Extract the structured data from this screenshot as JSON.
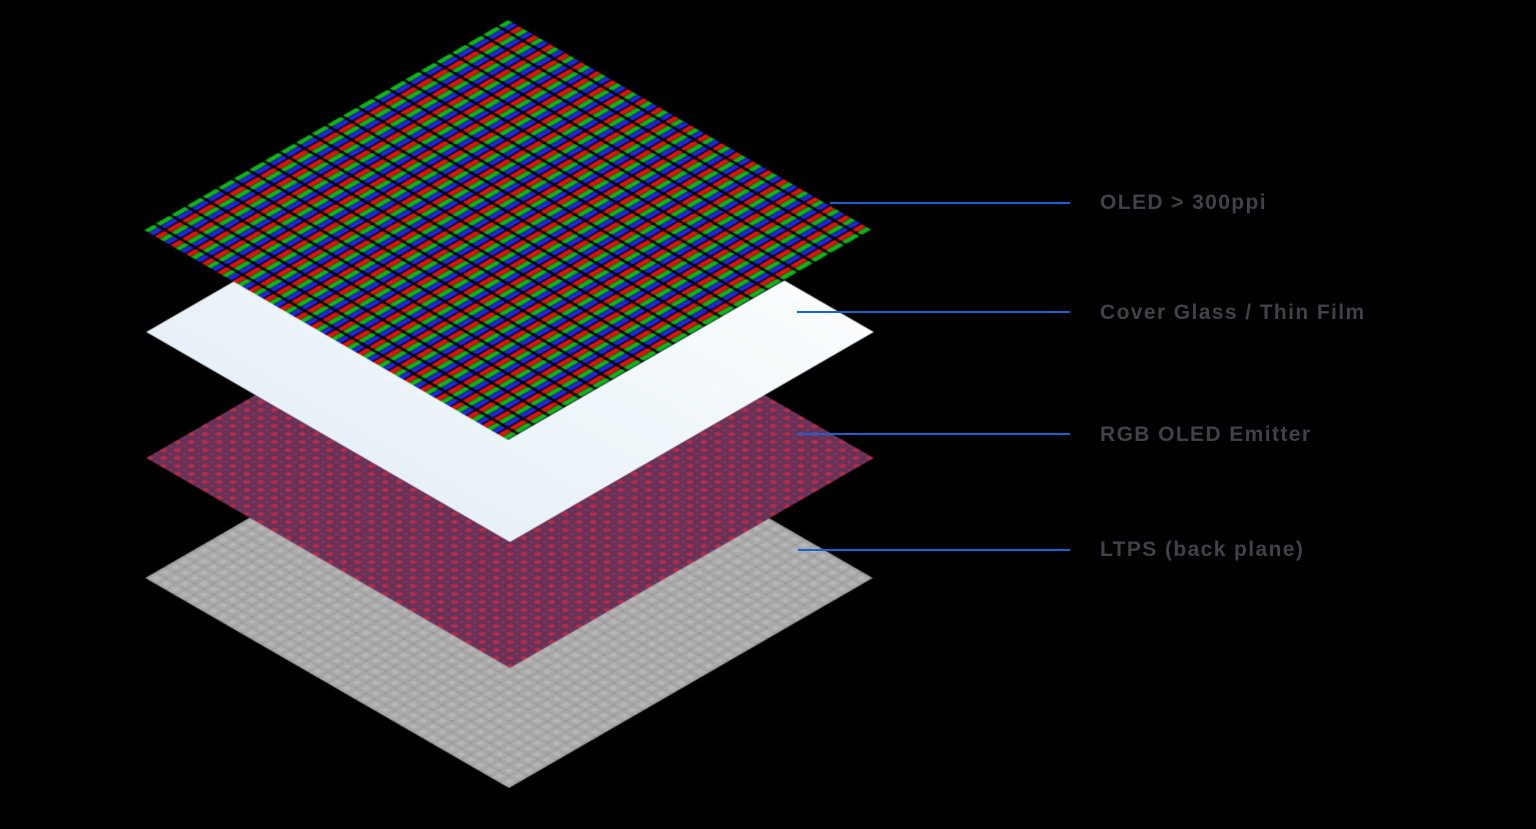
{
  "diagram": {
    "type": "exploded-layer-stack",
    "background_color": "#000000",
    "connector_line_color": "#1564d3",
    "label_text_color": "#414149",
    "layers": [
      {
        "name": "oled-pixel-layer",
        "label": "OLED > 300ppi",
        "texture": "rgb-subpixel-mosaic",
        "colors": {
          "red": "#dd1910",
          "green": "#10b818",
          "blue": "#2428dc",
          "grid": "#000000"
        }
      },
      {
        "name": "cover-glass-layer",
        "label": "Cover Glass / Thin Film",
        "texture": "frosted-glass",
        "colors": {
          "fill_top": "#fafdfe",
          "fill_bottom": "#e7f1f7"
        }
      },
      {
        "name": "rgb-oled-emitter-layer",
        "label": "RGB OLED Emitter",
        "texture": "staggered-dot-lattice",
        "colors": {
          "base": "#5b1d4a",
          "dot": "#b11338",
          "dot_secondary": "#7d2552"
        }
      },
      {
        "name": "ltps-backplane-layer",
        "label": "LTPS (back plane)",
        "texture": "woven-metal-grid",
        "colors": {
          "base": "#9d9d9d",
          "weave_light": "#adadad",
          "weave_dark": "#878787"
        }
      }
    ]
  }
}
